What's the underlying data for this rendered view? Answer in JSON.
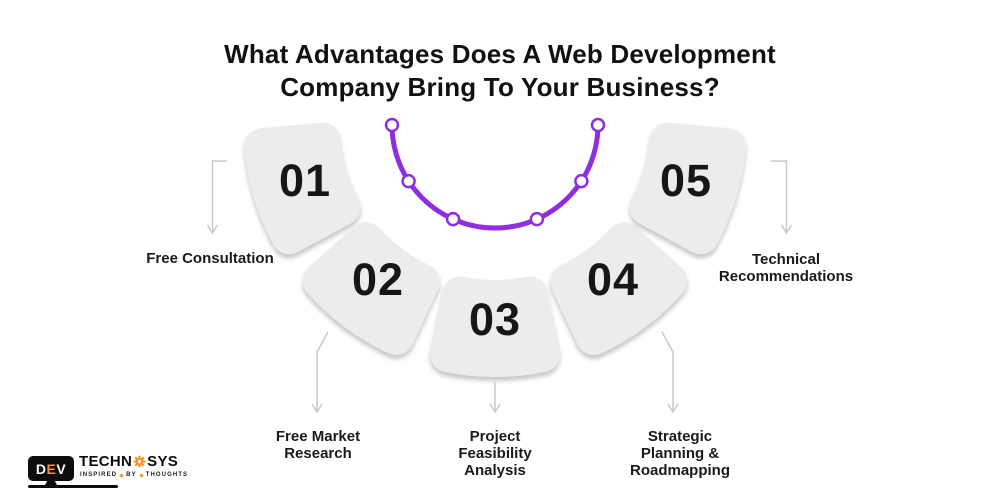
{
  "title": {
    "line1": "What Advantages Does A Web Development",
    "line2": "Company Bring To Your Business?"
  },
  "items": [
    {
      "number": "01",
      "label": "Free Consultation"
    },
    {
      "number": "02",
      "label": "Free Market Research"
    },
    {
      "number": "03",
      "label": "Project Feasibility Analysis"
    },
    {
      "number": "04",
      "label": "Strategic Planning & Roadmapping"
    },
    {
      "number": "05",
      "label": "Technical Recommendations"
    }
  ],
  "logo": {
    "dev_d": "D",
    "dev_e": "E",
    "dev_v": "V",
    "word_1": "TECHN",
    "word_2": "SYS",
    "tagline_words": [
      "INSPIRED",
      "BY",
      "THOUGHTS"
    ]
  },
  "colors": {
    "accent_purple": "#8f2ee0",
    "segment_fill": "#ececec",
    "connector_gray": "#c9c9c9",
    "text_dark": "#141414",
    "logo_orange": "#f7941e",
    "logo_black": "#0d0d0d",
    "background": "#ffffff"
  }
}
